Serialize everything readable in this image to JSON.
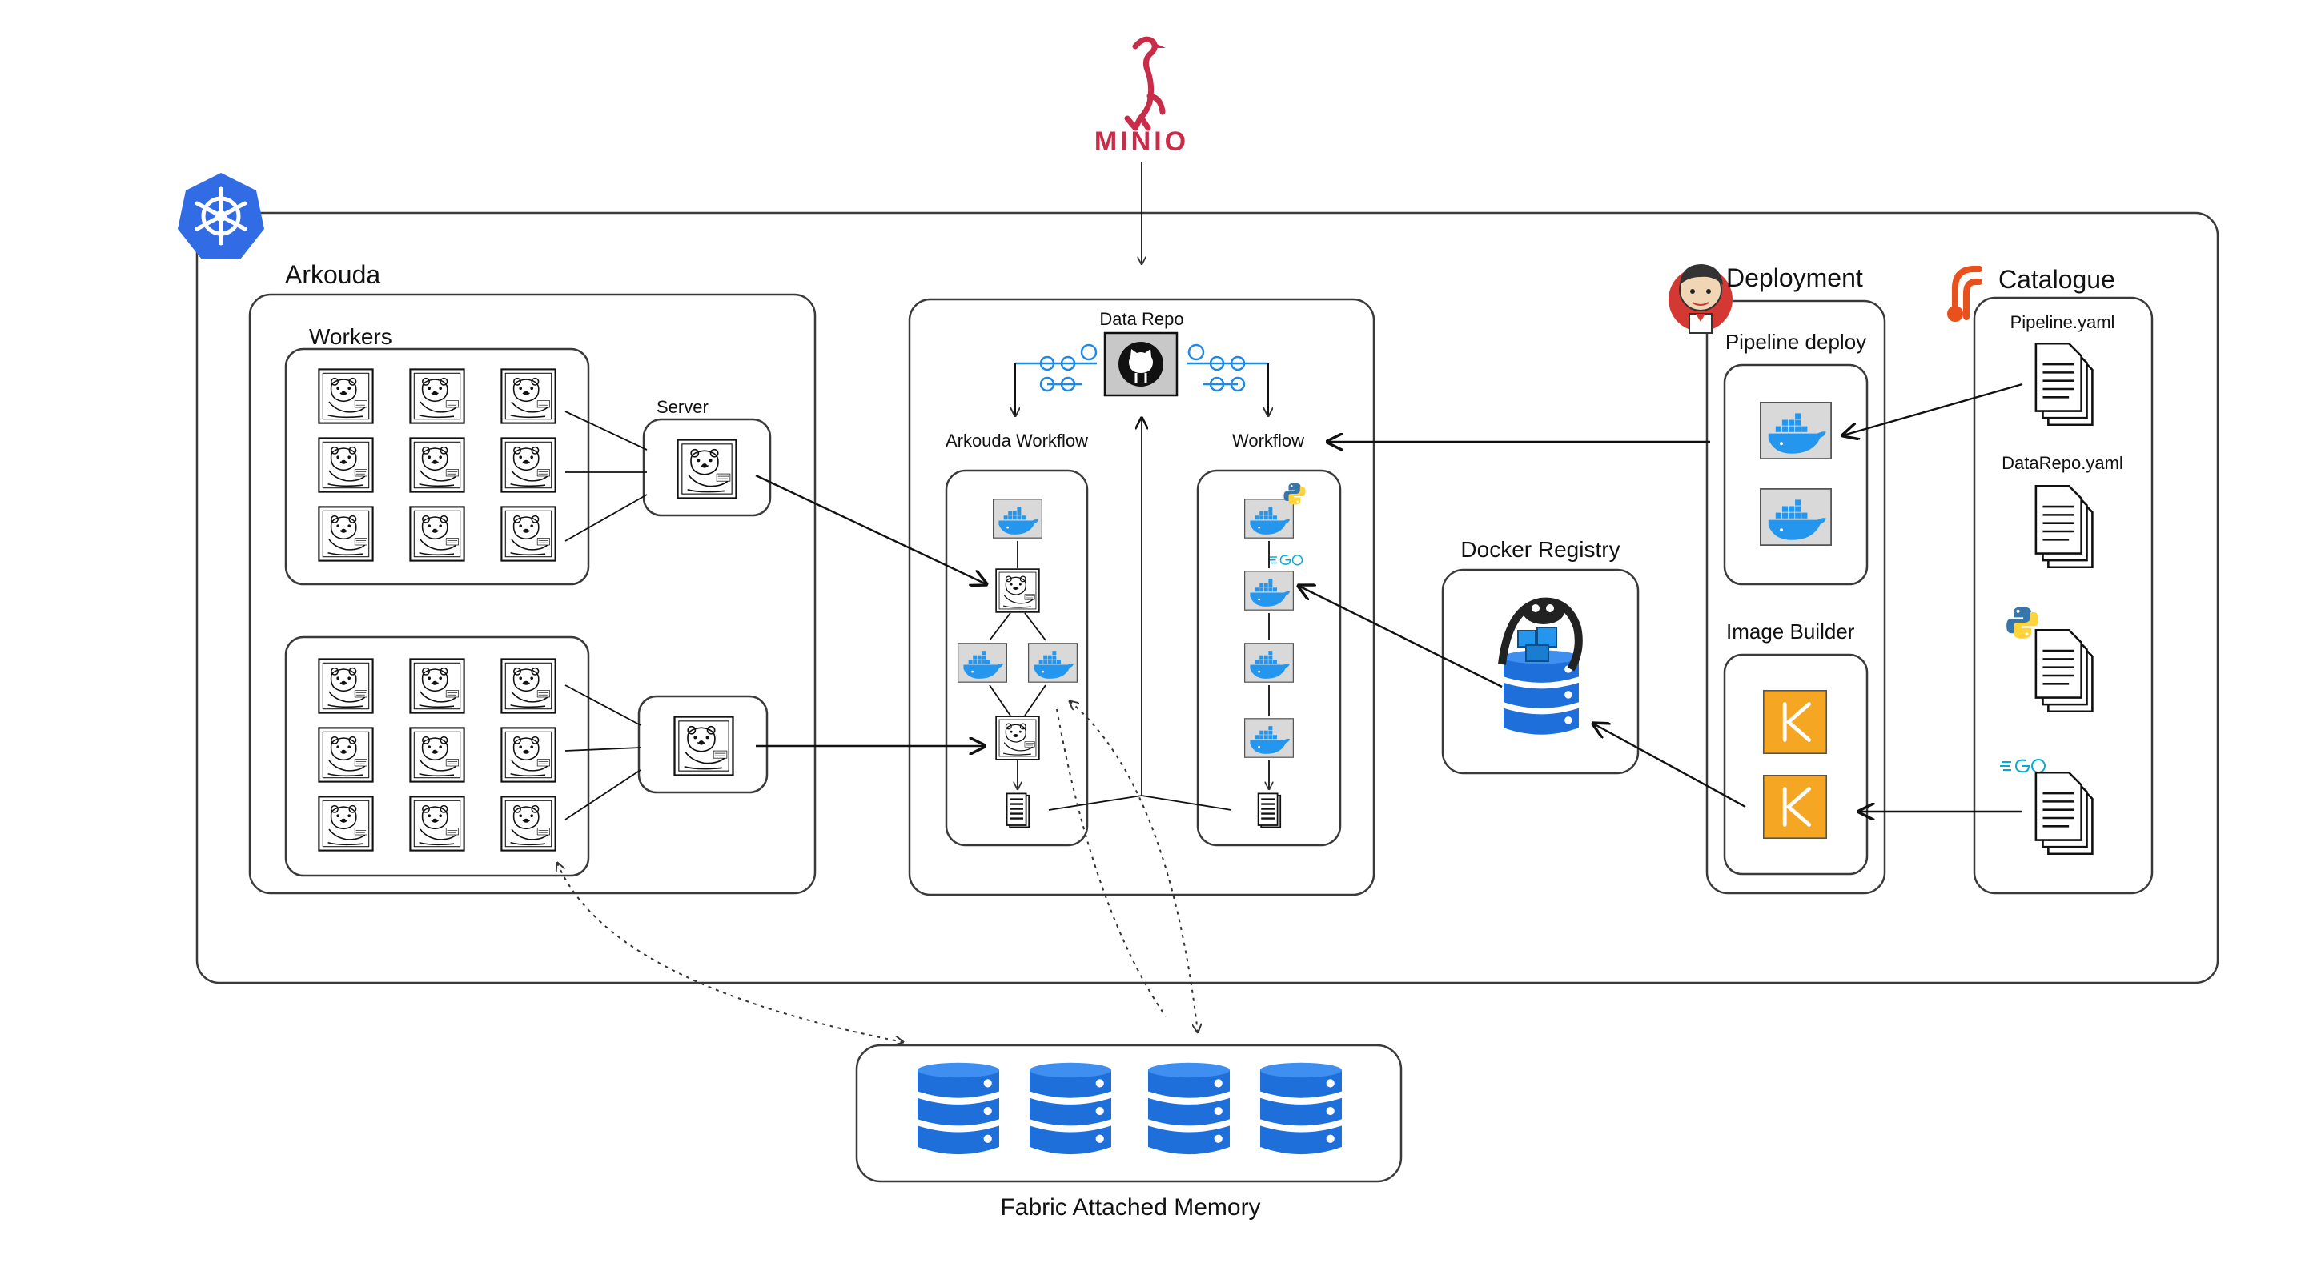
{
  "logo": {
    "text": "MINIO",
    "color": "#c72c48"
  },
  "colors": {
    "k8s": "#326ce5",
    "docker": "#2496ed",
    "box_border": "#3a3a3a",
    "github_bg": "#c8c8c8",
    "kubeflow": "#f5a623",
    "flow_icon": "#1e88e5",
    "catalogue": "#e8501c",
    "jenkins_red": "#d33833"
  },
  "arkouda": {
    "title": "Arkouda",
    "workers_title": "Workers",
    "server_title": "Server"
  },
  "data_repo": {
    "title": "Data Repo",
    "arkouda_workflow_title": "Arkouda Workflow",
    "workflow_title": "Workflow"
  },
  "docker_registry": {
    "title": "Docker Registry"
  },
  "deployment": {
    "title": "Deployment",
    "pipeline_deploy_title": "Pipeline deploy",
    "image_builder_title": "Image Builder"
  },
  "catalogue": {
    "title": "Catalogue",
    "files": [
      "Pipeline.yaml",
      "DataRepo.yaml"
    ]
  },
  "fam": {
    "title": "Fabric Attached Memory"
  },
  "icons": {
    "kubernetes": "kubernetes-icon",
    "minio": "minio-logo",
    "github": "github-icon",
    "docker": "docker-icon",
    "arkouda_bear": "polar-bear-icon",
    "jenkins": "jenkins-icon",
    "kubeflow": "kubeflow-icon",
    "python": "python-icon",
    "go": "go-icon",
    "database": "database-icon",
    "document": "document-stack-icon"
  }
}
